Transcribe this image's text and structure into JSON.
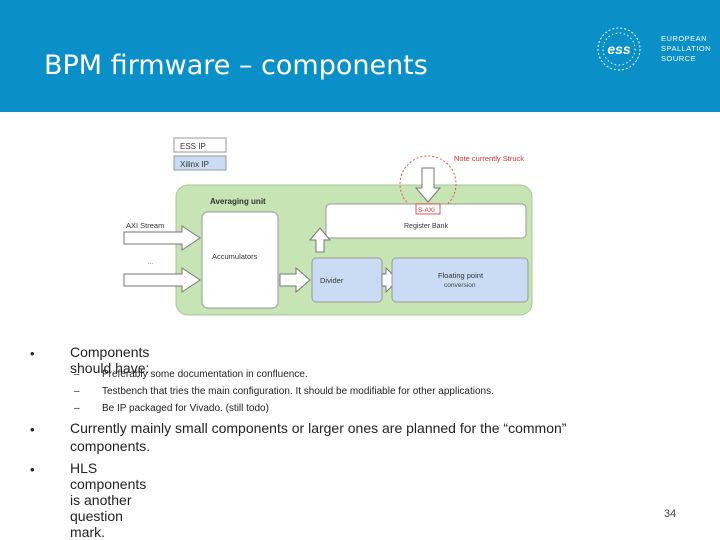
{
  "header": {
    "title": "BPM firmware – components",
    "logo_lines": [
      "EUROPEAN",
      "SPALLATION",
      "SOURCE"
    ],
    "logo_mark": "ess",
    "bg_color": "#0b8fc8"
  },
  "diagram": {
    "legend": [
      "ESS IP",
      "Xilinx IP"
    ],
    "note": "Note currently Struck",
    "averaging_unit": "Averaging unit",
    "axi_stream": "AXI Stream",
    "ellipsis": "...",
    "saxi": "S-AXI",
    "register_bank": "Register Bank",
    "accumulators": "Accumulators",
    "divider": "Divider",
    "floating_point": "Floating point",
    "conversion": "conversion"
  },
  "bullets": {
    "item1": "Components should have:",
    "sub1": "Preferably some documentation in confluence.",
    "sub2": "Testbench that tries the main configuration. It should be modifiable for other applications.",
    "sub3": "Be IP packaged for Vivado. (still todo)",
    "item2_line1": "Currently mainly small components or larger ones are planned for the “common”",
    "item2_line2": "components.",
    "item3": "HLS components is another question mark.",
    "bullet_glyph": "•",
    "dash_glyph": "–"
  },
  "page_number": "34"
}
